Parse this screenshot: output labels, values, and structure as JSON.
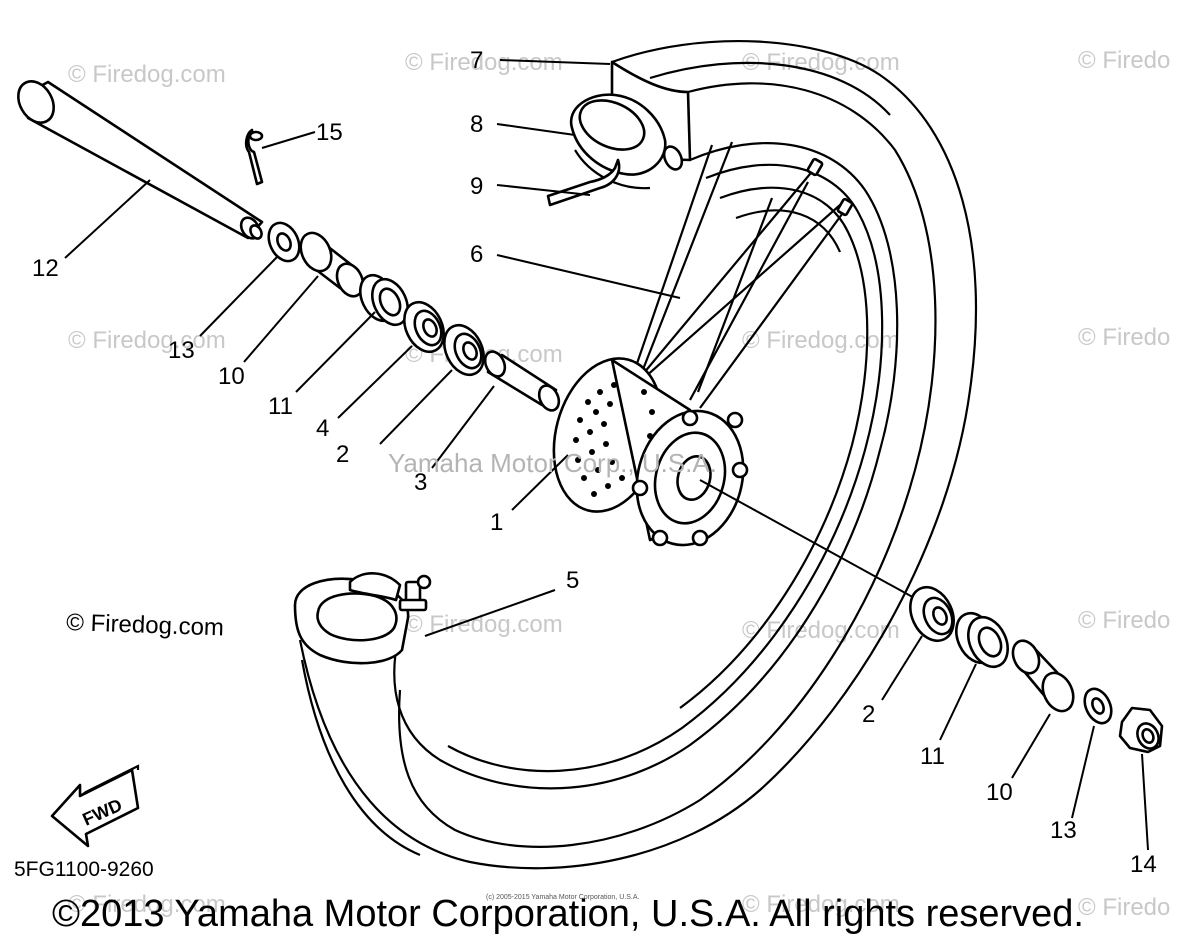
{
  "diagram": {
    "callouts": [
      "1",
      "2",
      "3",
      "4",
      "5",
      "6",
      "7",
      "8",
      "9",
      "10",
      "11",
      "12",
      "13",
      "14",
      "15"
    ],
    "callout_labels": {
      "c1": "1",
      "c2a": "2",
      "c2b": "2",
      "c3": "3",
      "c4": "4",
      "c5": "5",
      "c6": "6",
      "c7": "7",
      "c8": "8",
      "c9": "9",
      "c10a": "10",
      "c10b": "10",
      "c11a": "11",
      "c11b": "11",
      "c12": "12",
      "c13a": "13",
      "c13b": "13",
      "c14": "14",
      "c15": "15"
    },
    "watermark": "© Firedog.com",
    "watermark_truncated": "© Firedo",
    "center_watermark": "Yamaha Motor Corp., U.S.A.",
    "fwd_label": "FWD",
    "diagram_code": "5FG1100-9260",
    "small_copyright": "(c) 2005-2015 Yamaha Motor Corporation, U.S.A.",
    "copyright": "©2013 Yamaha Motor Corporation, U.S.A. All rights reserved."
  }
}
